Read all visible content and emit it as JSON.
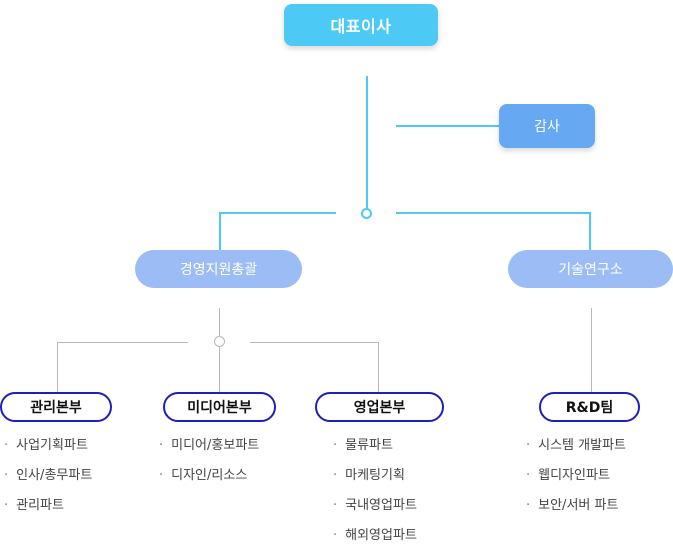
{
  "colors": {
    "ceo": "#4ccaf5",
    "audit": "#66a8f2",
    "mid": "#9bbcf5",
    "line_top": "#4ccaf5",
    "line_bottom": "#b8b8b8",
    "division_border": "#1d1fb6"
  },
  "ceo": {
    "label": "대표이사"
  },
  "audit": {
    "label": "감사"
  },
  "groups": {
    "management": {
      "label": "경영지원총괄"
    },
    "research": {
      "label": "기술연구소"
    }
  },
  "divisions": [
    {
      "label": "관리본부",
      "items": [
        "사업기획파트",
        "인사/총무파트",
        "관리파트"
      ]
    },
    {
      "label": "미디어본부",
      "items": [
        "미디어/홍보파트",
        "디자인/리소스"
      ]
    },
    {
      "label": "영업본부",
      "items": [
        "물류파트",
        "마케팅기획",
        "국내영업파트",
        "해외영업파트"
      ]
    },
    {
      "label": "R&D팀",
      "items": [
        "시스템 개발파트",
        "웹디자인파트",
        "보안/서버 파트"
      ]
    }
  ]
}
